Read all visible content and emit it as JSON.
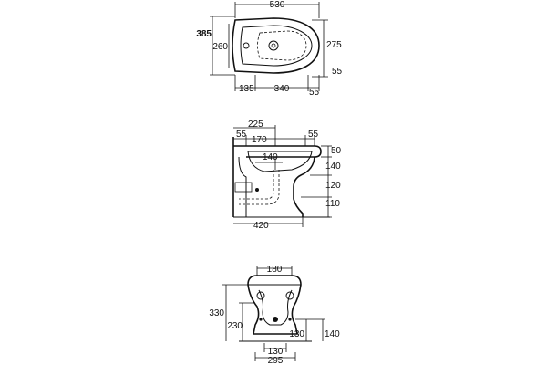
{
  "top_view": {
    "overall_width": "530",
    "overall_depth": "385",
    "bowl_depth": "260",
    "bowl_depth_right": "275",
    "rear_offset_right": "55",
    "left_offset": "135",
    "bowl_length": "340",
    "right_offset": "55"
  },
  "side_view": {
    "rear_to_hole": "225",
    "rear_margin": "55",
    "inner_span": "170",
    "front_margin": "55",
    "drain_offset": "140",
    "rim_height": "50",
    "bowl_height": "140",
    "trap_height": "120",
    "base_height": "110",
    "base_length": "420"
  },
  "rear_view": {
    "top_width": "180",
    "overall_height": "330",
    "inlet_height": "230",
    "fixing_height": "130",
    "fixing_height_outer": "140",
    "fixing_spacing": "130",
    "base_width": "295"
  }
}
